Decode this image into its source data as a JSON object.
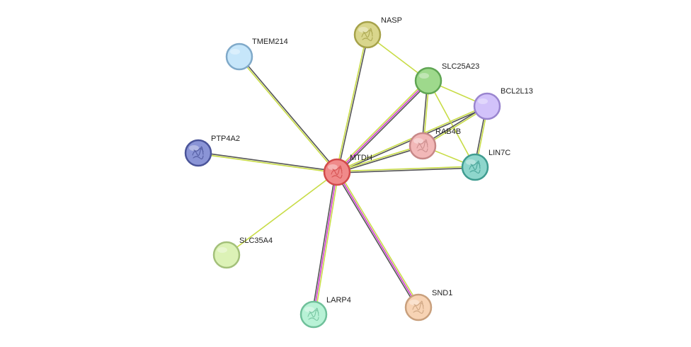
{
  "network": {
    "nodes": [
      {
        "id": "MTDH",
        "label": "MTDH",
        "color": "#f08a8a",
        "stroke": "#d24a4a",
        "icon": "protein-structure-icon",
        "query": true
      },
      {
        "id": "NASP",
        "label": "NASP",
        "color": "#d9d68c",
        "stroke": "#a6a24a",
        "icon": "protein-structure-icon"
      },
      {
        "id": "TMEM214",
        "label": "TMEM214",
        "color": "#c6e6fa",
        "stroke": "#7fa9c9",
        "icon": ""
      },
      {
        "id": "SLC25A23",
        "label": "SLC25A23",
        "color": "#9ed98c",
        "stroke": "#5fa553",
        "icon": ""
      },
      {
        "id": "BCL2L13",
        "label": "BCL2L13",
        "color": "#d2c2fa",
        "stroke": "#9a85cf",
        "icon": ""
      },
      {
        "id": "RAB4B",
        "label": "RAB4B",
        "color": "#f2b8b8",
        "stroke": "#c78888",
        "icon": "protein-structure-icon"
      },
      {
        "id": "PTP4A2",
        "label": "PTP4A2",
        "color": "#8a94d6",
        "stroke": "#4a5499",
        "icon": "protein-structure-icon"
      },
      {
        "id": "LIN7C",
        "label": "LIN7C",
        "color": "#8ed6cc",
        "stroke": "#3f9c90",
        "icon": "protein-structure-icon"
      },
      {
        "id": "SLC35A4",
        "label": "SLC35A4",
        "color": "#dcf2b6",
        "stroke": "#a3c07a",
        "icon": ""
      },
      {
        "id": "LARP4",
        "label": "LARP4",
        "color": "#b8f2d6",
        "stroke": "#6fc09a",
        "icon": "protein-structure-icon"
      },
      {
        "id": "SND1",
        "label": "SND1",
        "color": "#f7d3b4",
        "stroke": "#c9a07d",
        "icon": "protein-structure-icon"
      }
    ],
    "edges": [
      {
        "source": "MTDH",
        "target": "NASP",
        "evidence": [
          "yellow",
          "dark"
        ]
      },
      {
        "source": "MTDH",
        "target": "TMEM214",
        "evidence": [
          "yellow",
          "dark"
        ]
      },
      {
        "source": "MTDH",
        "target": "SLC25A23",
        "evidence": [
          "yellow",
          "magenta",
          "dark"
        ]
      },
      {
        "source": "MTDH",
        "target": "BCL2L13",
        "evidence": [
          "yellow",
          "dark"
        ]
      },
      {
        "source": "MTDH",
        "target": "RAB4B",
        "evidence": [
          "yellow",
          "dark"
        ]
      },
      {
        "source": "MTDH",
        "target": "PTP4A2",
        "evidence": [
          "yellow",
          "dark"
        ]
      },
      {
        "source": "MTDH",
        "target": "LIN7C",
        "evidence": [
          "yellow",
          "dark"
        ]
      },
      {
        "source": "MTDH",
        "target": "SLC35A4",
        "evidence": [
          "yellow"
        ]
      },
      {
        "source": "MTDH",
        "target": "LARP4",
        "evidence": [
          "yellow",
          "magenta",
          "dark"
        ]
      },
      {
        "source": "MTDH",
        "target": "SND1",
        "evidence": [
          "yellow",
          "magenta",
          "dark"
        ]
      },
      {
        "source": "NASP",
        "target": "SLC25A23",
        "evidence": [
          "yellow"
        ]
      },
      {
        "source": "SLC25A23",
        "target": "BCL2L13",
        "evidence": [
          "yellow"
        ]
      },
      {
        "source": "SLC25A23",
        "target": "RAB4B",
        "evidence": [
          "yellow",
          "dark"
        ]
      },
      {
        "source": "SLC25A23",
        "target": "LIN7C",
        "evidence": [
          "yellow"
        ]
      },
      {
        "source": "BCL2L13",
        "target": "RAB4B",
        "evidence": [
          "yellow",
          "dark"
        ]
      },
      {
        "source": "BCL2L13",
        "target": "LIN7C",
        "evidence": [
          "yellow",
          "dark"
        ]
      },
      {
        "source": "RAB4B",
        "target": "LIN7C",
        "evidence": [
          "yellow"
        ]
      }
    ],
    "evidence_colors": {
      "yellow": "#c8dc46",
      "magenta": "#d23ccf",
      "dark": "#555555"
    }
  }
}
